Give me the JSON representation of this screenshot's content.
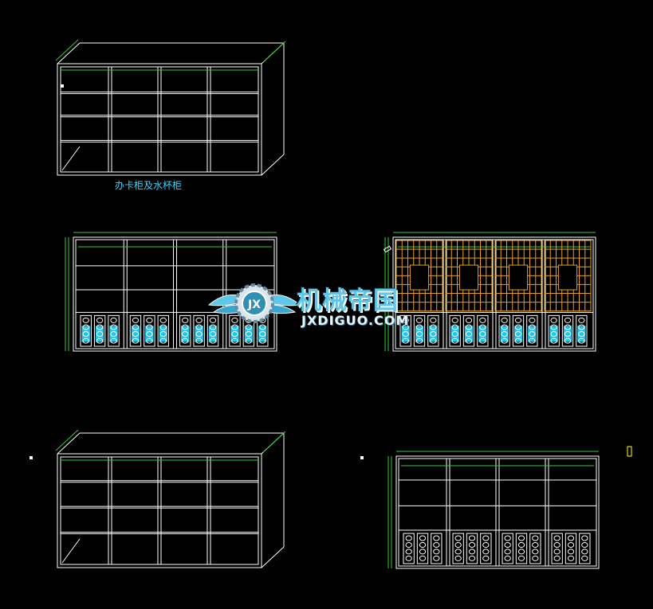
{
  "drawing": {
    "title_label": "办卡柜及水杯柜"
  },
  "watermark": {
    "logo_letters": "JX",
    "name_cn": "机械帝国",
    "site": "JXDIGUO.COM"
  },
  "views": [
    "isometric-top",
    "front-elevation-left",
    "front-elevation-right-lattice",
    "isometric-bottom",
    "front-elevation-bottom-right"
  ],
  "colors": {
    "background": "#000000",
    "line": "#ffffff",
    "dimension": "#33cc33",
    "label": "#38d5ff",
    "lattice": "#e6a01e",
    "panel_fill": "#23c6e8",
    "watermark_blue": "#5fc7ea"
  }
}
